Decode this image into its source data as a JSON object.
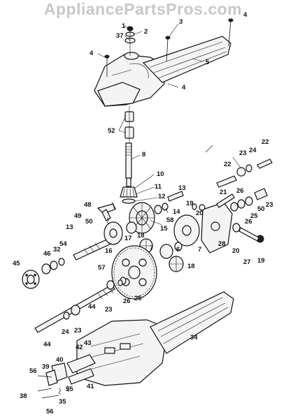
{
  "watermark": "AppliancePartsPros.com",
  "diagram": {
    "parts": {
      "p1": "1",
      "p2": "2",
      "p3": "3",
      "p4a": "4",
      "p4b": "4",
      "p4c": "4",
      "p5": "5",
      "p37": "37",
      "p52": "52",
      "p8": "8",
      "p10": "10",
      "p11": "11",
      "p12": "12",
      "p13a": "13",
      "p13b": "13",
      "p14": "14",
      "p15": "15",
      "p16": "16",
      "p17": "17",
      "p18a": "18",
      "p18b": "18",
      "p19a": "19",
      "p19b": "19",
      "p20a": "20",
      "p20b": "20",
      "p21": "21",
      "p22a": "22",
      "p22b": "22",
      "p23a": "23",
      "p23b": "23",
      "p23c": "23",
      "p23d": "23",
      "p24a": "24",
      "p24b": "24",
      "p25a": "25",
      "p25b": "25",
      "p26a": "26",
      "p26b": "26",
      "p26c": "26",
      "p27": "27",
      "p28": "28",
      "p32": "32",
      "p34": "34",
      "p35": "35",
      "p38": "38",
      "p39": "39",
      "p40": "40",
      "p41": "41",
      "p42": "42",
      "p43": "43",
      "p44a": "44",
      "p44b": "44",
      "p45": "45",
      "p46": "46",
      "p48": "48",
      "p49": "49",
      "p50a": "50",
      "p50b": "50",
      "p54": "54",
      "p55": "55",
      "p56a": "56",
      "p56b": "56",
      "p57": "57",
      "p58": "58",
      "p6": "6",
      "p7a": "7",
      "p7b": "7"
    }
  }
}
